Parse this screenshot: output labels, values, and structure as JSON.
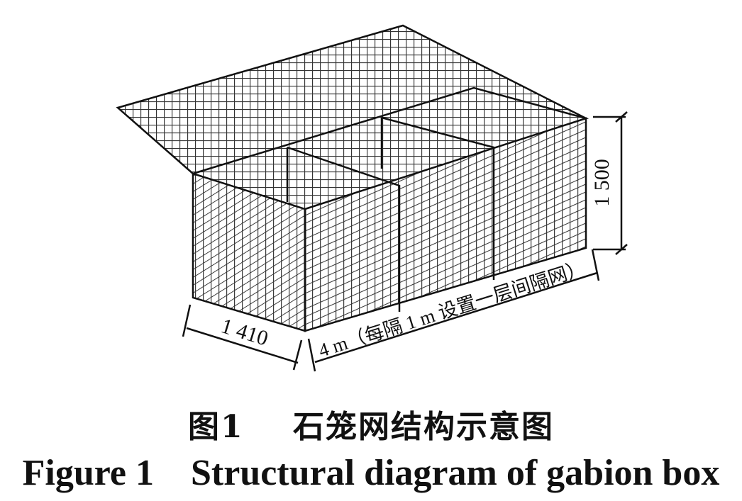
{
  "dimensions": {
    "width_label": "1 410",
    "height_label": "1 500",
    "length_label": "4 m（每隔 1 m 设置一层间隔网）"
  },
  "caption": {
    "cn_number": "图1",
    "cn_title": "石笼网结构示意图",
    "en_number": "Figure 1",
    "en_title": "Structural diagram of gabion box"
  }
}
